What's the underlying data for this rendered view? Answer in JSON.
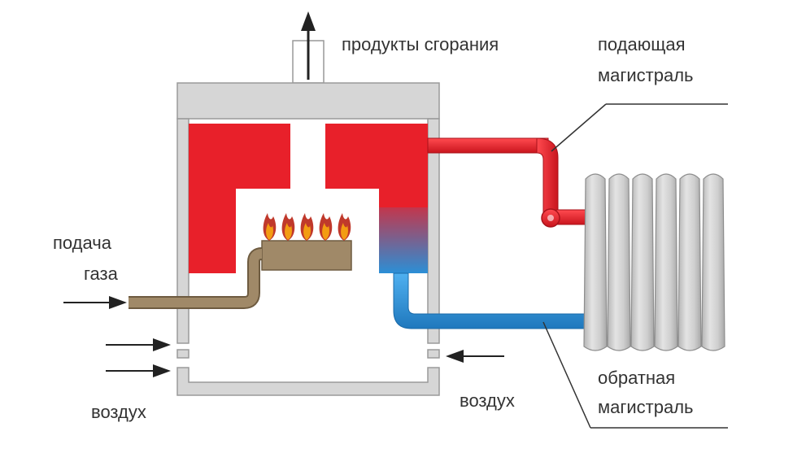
{
  "labels": {
    "combustion_products": "продукты сгорания",
    "supply_line_1": "подающая",
    "supply_line_2": "магистраль",
    "gas_supply_1": "подача",
    "gas_supply_2": "газа",
    "air_left": "воздух",
    "air_right": "воздух",
    "return_line_1": "обратная",
    "return_line_2": "магистраль"
  },
  "colors": {
    "hot_water": "#e8202a",
    "cold_water": "#2b8fd6",
    "gas_pipe": "#a08968",
    "burner": "#a08968",
    "boiler_casing": "#d3d3d3",
    "radiator": "#c9c9c9",
    "flame_outer": "#c0392b",
    "flame_inner": "#f39c12",
    "arrow": "#222222",
    "text": "#333333"
  },
  "icons": {
    "flame": "flame-icon",
    "arrow": "arrow-icon"
  },
  "flame_count": 5,
  "radiator_fin_count": 6
}
